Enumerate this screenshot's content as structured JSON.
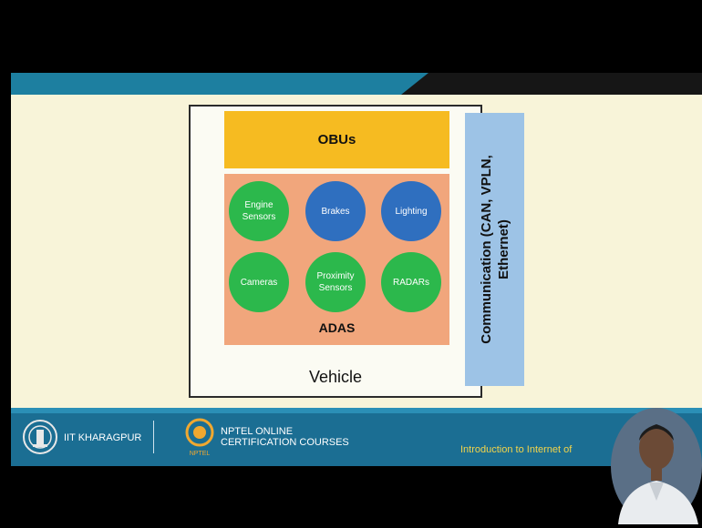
{
  "diagram": {
    "obu_label": "OBUs",
    "adas_label": "ADAS",
    "vehicle_label": "Vehicle",
    "communication_label": "Communication (CAN, VPLN, Ethernet)",
    "components": [
      {
        "label": "Engine Sensors",
        "color": "#2cb84c"
      },
      {
        "label": "Brakes",
        "color": "#2f6fbf"
      },
      {
        "label": "Lighting",
        "color": "#2f6fbf"
      },
      {
        "label": "Cameras",
        "color": "#2cb84c"
      },
      {
        "label": "Proximity Sensors",
        "color": "#2cb84c"
      },
      {
        "label": "RADARs",
        "color": "#2cb84c"
      }
    ]
  },
  "footer": {
    "institute": "IIT KHARAGPUR",
    "nptel_line1": "NPTEL ONLINE",
    "nptel_line2": "CERTIFICATION COURSES",
    "nptel_badge": "NPTEL",
    "course_title": "Introduction to Internet of"
  },
  "colors": {
    "obu": "#f6bb21",
    "adas": "#f1a67c",
    "communication": "#9dc3e6",
    "slide_bg": "#f8f4d9",
    "footer": "#1b6e93"
  }
}
